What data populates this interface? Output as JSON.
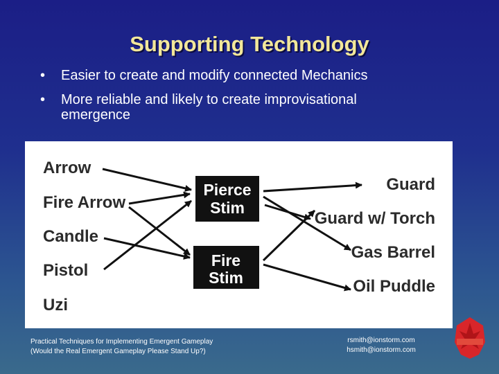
{
  "slide": {
    "title": "Supporting Technology",
    "bullets": [
      "Easier to create and modify connected Mechanics",
      "More reliable and likely to create improvisational emergence"
    ],
    "bullet_glyph": "•"
  },
  "diagram": {
    "sources": [
      "Arrow",
      "Fire Arrow",
      "Candle",
      "Pistol",
      "Uzi"
    ],
    "stims": [
      {
        "line1": "Pierce",
        "line2": "Stim"
      },
      {
        "line1": "Fire",
        "line2": "Stim"
      }
    ],
    "targets": [
      "Guard",
      "Guard w/ Torch",
      "Gas Barrel",
      "Oil Puddle"
    ],
    "colors": {
      "stim_box": "#111111",
      "label": "#2b2b2b",
      "arrow": "#111111"
    }
  },
  "footer": {
    "left_line1": "Practical Techniques for Implementing Emergent Gameplay",
    "left_line2": "(Would the Real Emergent Gameplay Please Stand Up?)",
    "email1": "rsmith@ionstorm.com",
    "email2": "hsmith@ionstorm.com"
  },
  "logo": {
    "icon": "ion-storm-logo-icon",
    "color": "#d8262a"
  }
}
